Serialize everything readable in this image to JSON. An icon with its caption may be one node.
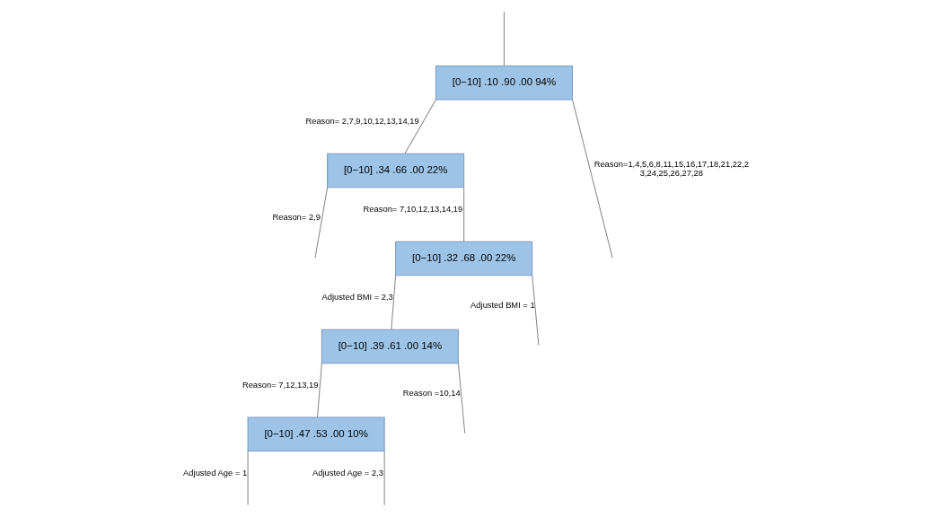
{
  "diagram": {
    "nodes": [
      {
        "text": [
          "[0−10] .10 .90 .00 94%"
        ]
      },
      {
        "text": [
          "[0−10] .34 .66 .00 22%"
        ]
      },
      {
        "text": [
          "[0−10] .32 .68 .00 22%"
        ]
      },
      {
        "text": [
          "[0−10] .39 .61 .00 14%"
        ]
      },
      {
        "text": [
          "[0−10] .47 .53 .00 10%"
        ]
      }
    ],
    "edges": [
      {
        "from": 0,
        "to": 1,
        "arrow": "none",
        "label": "Reason= 2,7,9,10,12,13,14,19"
      },
      {
        "from": 0,
        "to": null,
        "arrow": "none",
        "label": "Reason=1,4,5,6,8,11,15,16,17,18,21,22,2 3,24,25,26,27,28"
      },
      {
        "from": 1,
        "to": null,
        "arrow": "none",
        "label": "Reason= 2,9"
      },
      {
        "from": 1,
        "to": 2,
        "arrow": "none",
        "label": "Reason= 7,10,12,13,14,19"
      },
      {
        "from": 2,
        "to": 3,
        "arrow": "none",
        "label": "Adjusted BMI = 2,3"
      },
      {
        "from": 2,
        "to": null,
        "arrow": "none",
        "label": "Adjusted BMI = 1"
      },
      {
        "from": 3,
        "to": 4,
        "arrow": "none",
        "label": "Reason= 7,12,13,19"
      },
      {
        "from": 3,
        "to": null,
        "arrow": "none",
        "label": "Reason =10,14"
      },
      {
        "from": 4,
        "to": null,
        "arrow": "none",
        "label": "Adjusted Age = 1"
      },
      {
        "from": 4,
        "to": null,
        "arrow": "none",
        "label": "Adjusted Age = 2,3"
      },
      {
        "from": null,
        "to": 0,
        "arrow": "none"
      }
    ]
  }
}
